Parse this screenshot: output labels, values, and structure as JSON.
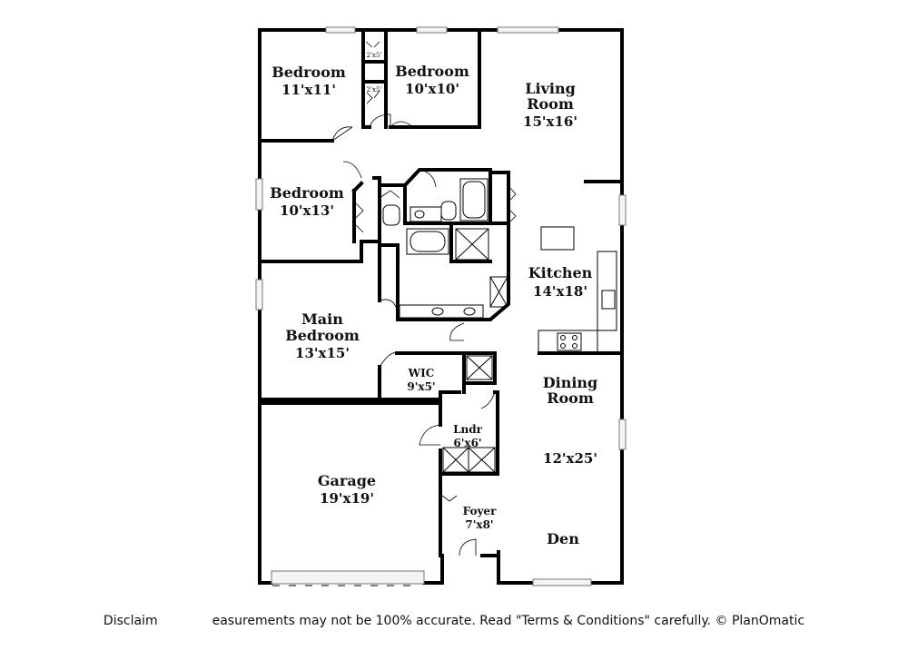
{
  "rooms": {
    "bedroom1": {
      "name": "Bedroom",
      "dims": "11'x11'"
    },
    "bedroom2": {
      "name": "Bedroom",
      "dims": "10'x10'"
    },
    "bedroom3": {
      "name": "Bedroom",
      "dims": "10'x13'"
    },
    "living": {
      "name1": "Living",
      "name2": "Room",
      "dims": "15'x16'"
    },
    "kitchen": {
      "name": "Kitchen",
      "dims": "14'x18'"
    },
    "main_bedroom": {
      "name1": "Main",
      "name2": "Bedroom",
      "dims": "13'x15'"
    },
    "wic": {
      "name": "WIC",
      "dims": "9'x5'"
    },
    "dining": {
      "name1": "Dining",
      "name2": "Room",
      "dims": "12'x25'"
    },
    "laundry": {
      "name": "Lndr",
      "dims": "6'x6'"
    },
    "garage": {
      "name": "Garage",
      "dims": "19'x19'"
    },
    "foyer": {
      "name": "Foyer",
      "dims": "7'x8'"
    },
    "den": {
      "name": "Den"
    }
  },
  "closets": {
    "closet_a": "2'x5'",
    "closet_b": "2'x5'"
  },
  "disclaimer": {
    "prefix": "Disclaim",
    "text": "easurements may not be 100% accurate. Read \"Terms & Conditions\" carefully. © PlanOmatic"
  }
}
